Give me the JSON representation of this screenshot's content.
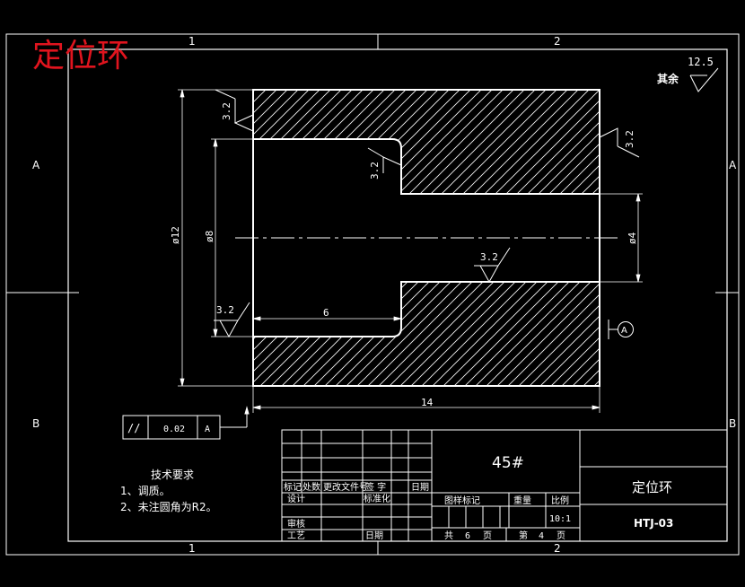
{
  "title_red": "定位环",
  "zones": {
    "col1": "1",
    "col2": "2",
    "rowA": "A",
    "rowB": "B"
  },
  "roughness": {
    "other_label": "其余",
    "other_value": "12.5",
    "value": "3.2"
  },
  "dims": {
    "outer_dia": "ø12",
    "inner_dia": "ø8",
    "bore_dia": "ø4",
    "depth": "6",
    "length": "14"
  },
  "datum": "A",
  "tolerance": {
    "symbol": "//",
    "value": "0.02",
    "datum": "A"
  },
  "tech": {
    "heading": "技术要求",
    "item1": "1、调质。",
    "item2": "2、未注圆角为R2。"
  },
  "titleblock": {
    "material": "45#",
    "part_name": "定位环",
    "drawing_no": "HTJ-03",
    "scale": "10:1",
    "row_marks": [
      "标记",
      "处数",
      "更改文件号",
      "签 字",
      "日期"
    ],
    "design": "设计",
    "standard": "标准化",
    "check": "审核",
    "process": "工艺",
    "date": "日期",
    "stage_mark": "图样标记",
    "weight": "重量",
    "scale_label": "比例",
    "total": "共",
    "total_n": "6",
    "page_unit": "页",
    "page": "第",
    "page_n": "4",
    "page_unit2": "页"
  },
  "colors": {
    "line": "#ffffff",
    "accent": "#e0141e",
    "background": "#000000"
  }
}
